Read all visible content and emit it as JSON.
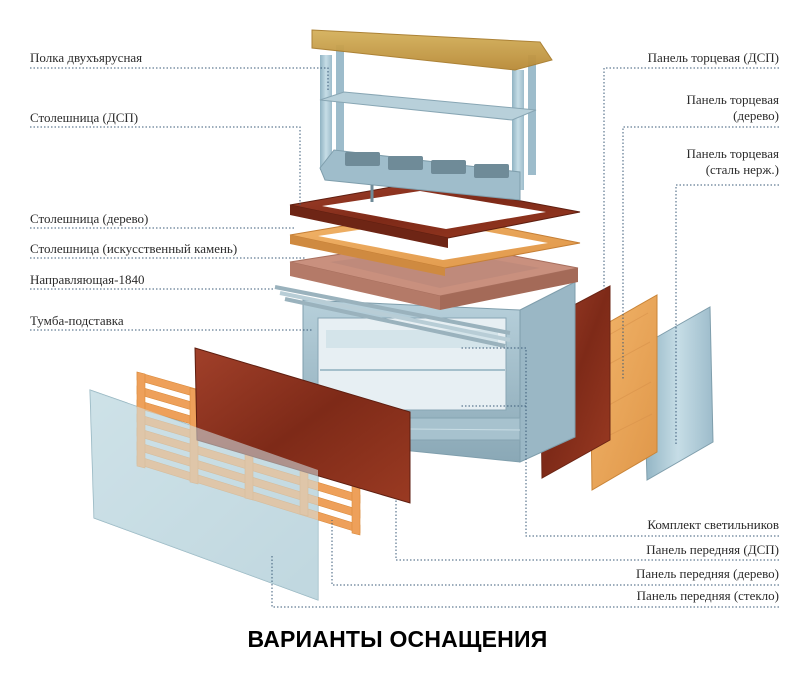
{
  "labels_left": [
    "Полка двухъярусная",
    "Столешница (ДСП)",
    "Столешница (дерево)",
    "Столешница (искусственный камень)",
    "Направляющая-1840",
    "Тумба-подставка"
  ],
  "labels_right_top": [
    "Панель торцевая (ДСП)",
    [
      "Панель торцевая",
      "(дерево)"
    ],
    [
      "Панель торцевая",
      "(сталь нерж.)"
    ]
  ],
  "labels_bottom_right": [
    "Комплект светильников",
    "Панель передняя (ДСП)",
    "Панель передняя (дерево)",
    "Панель передняя (стекло)"
  ],
  "caption": "ВАРИАНТЫ ОСНАЩЕНИЯ",
  "colors": {
    "frame_steel": "#a9c7d4",
    "shelf_glass": "#c9a24a",
    "wood_dark": "#8a2e1c",
    "wood_light": "#e9a65a",
    "stone": "#c9907e",
    "glass_panel": "#b9d3dc",
    "leader_line": "#3b5b78"
  }
}
